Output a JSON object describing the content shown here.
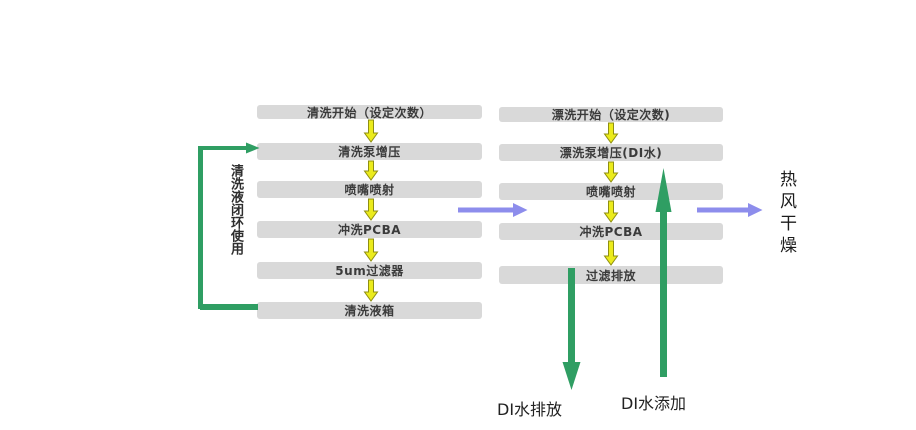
{
  "left_column": {
    "items": [
      {
        "label": "清洗开始（设定次数）"
      },
      {
        "label": "清洗泵增压"
      },
      {
        "label": "喷嘴喷射"
      },
      {
        "label": "冲洗PCBA"
      },
      {
        "label": "5um过滤器"
      },
      {
        "label": "清洗液箱"
      }
    ]
  },
  "right_column": {
    "items": [
      {
        "label": "漂洗开始（设定次数)"
      },
      {
        "label": "漂洗泵增压(DI水)"
      },
      {
        "label": "喷嘴喷射"
      },
      {
        "label": "冲洗PCBA"
      },
      {
        "label": "过滤排放"
      }
    ]
  },
  "annotations": {
    "closed_loop": "清洗液闭环使用",
    "hot_air_dry": "热风干燥",
    "di_water_drain": "DI水排放",
    "di_water_add": "DI水添加"
  },
  "colors": {
    "box_bg": "#d9d9d9",
    "box_text": "#3b3b3b",
    "yellow_arrow_fill": "#ebeb1c",
    "yellow_arrow_stroke": "#8f8f12",
    "green_arrow": "#2f9e63",
    "blue_arrow": "#8d8dec",
    "background": "#ffffff"
  }
}
